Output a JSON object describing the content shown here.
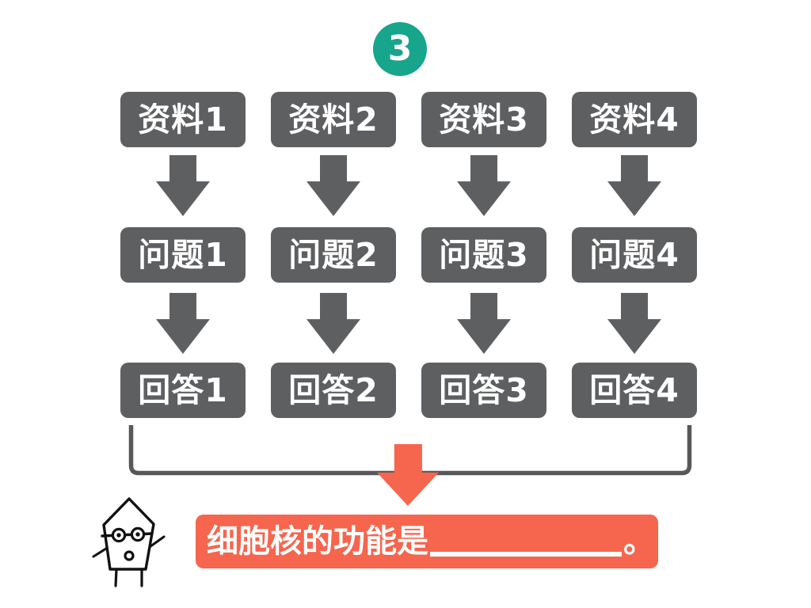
{
  "badge": {
    "number": "3"
  },
  "colors": {
    "badge_teal": "#17a58c",
    "node_gray": "#5e5f61",
    "bracket_gray": "#58585a",
    "accent_orange": "#f6654e",
    "text_white": "#ffffff",
    "background": "#ffffff"
  },
  "flow": {
    "columns": [
      {
        "material": "资料1",
        "question": "问题1",
        "answer": "回答1"
      },
      {
        "material": "资料2",
        "question": "问题2",
        "answer": "回答2"
      },
      {
        "material": "资料3",
        "question": "问题3",
        "answer": "回答3"
      },
      {
        "material": "资料4",
        "question": "问题4",
        "answer": "回答4"
      }
    ]
  },
  "conclusion": {
    "prefix": "细胞核的功能是",
    "blank": "___________",
    "suffix": "。"
  },
  "icons": {
    "down_arrow": "block-arrow-down",
    "merge_arrow": "block-arrow-down-orange",
    "bracket": "merge-bracket",
    "mascot": "pen-character-with-glasses"
  }
}
